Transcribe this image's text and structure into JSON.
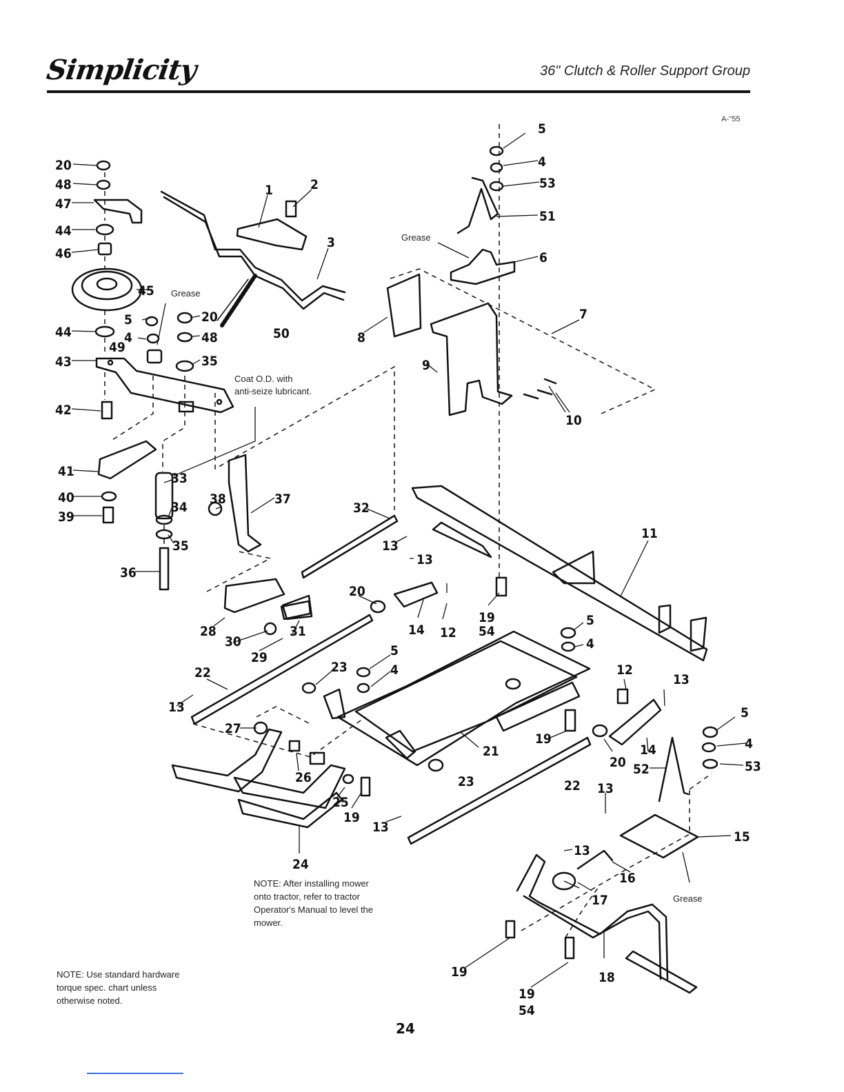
{
  "header": {
    "brand": "Simplicity",
    "title": "36\" Clutch & Roller Support Group",
    "reference": "A-''55"
  },
  "annotations": {
    "grease": "Grease",
    "coat_line1": "Coat O.D. with",
    "coat_line2": "anti-seize lubricant."
  },
  "notes": {
    "install": [
      "NOTE: After installing mower",
      "onto tractor, refer to tractor",
      "Operator's Manual to level the",
      "mower."
    ],
    "hardware": [
      "NOTE: Use standard hardware",
      "torque spec. chart unless",
      "otherwise noted."
    ]
  },
  "callouts": [
    "1",
    "2",
    "3",
    "4",
    "5",
    "6",
    "7",
    "8",
    "9",
    "10",
    "11",
    "12",
    "13",
    "14",
    "15",
    "16",
    "17",
    "18",
    "19",
    "20",
    "21",
    "22",
    "23",
    "24",
    "25",
    "26",
    "27",
    "28",
    "29",
    "30",
    "31",
    "32",
    "33",
    "34",
    "35",
    "36",
    "37",
    "38",
    "39",
    "40",
    "41",
    "42",
    "43",
    "44",
    "45",
    "46",
    "47",
    "48",
    "49",
    "50",
    "51",
    "52",
    "53",
    "54"
  ],
  "page_number": "24"
}
